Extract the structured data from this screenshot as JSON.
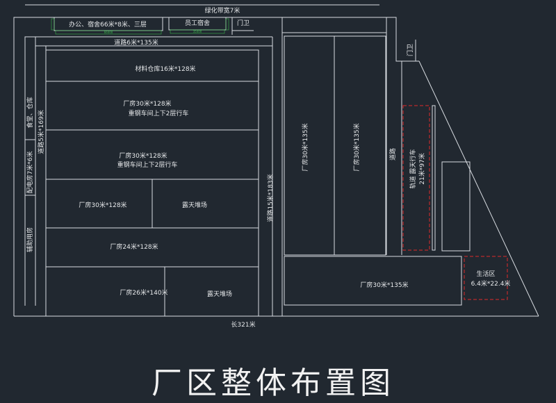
{
  "title": "厂区整体布置图",
  "labels": {
    "green_belt": "绿化带宽7米",
    "office": "办公、宿舍66米*8米、三层",
    "staff_dorm": "员工宿舍",
    "gate_top": "门卫",
    "gate_right": "门卫",
    "road_top": "道路6米*135米",
    "material_store": "材料仓库16米*128米",
    "workshop1_a": "厂房30米*128米",
    "workshop1_b": "重钢车间上下2层行车",
    "workshop2_a": "厂房30米*128米",
    "workshop2_b": "重钢车间上下2层行车",
    "workshop3": "厂房30米*128米",
    "yard1": "露天堆场",
    "workshop4": "厂房24米*128米",
    "workshop5": "厂房26米*140米",
    "yard2": "露天堆场",
    "road_left": "道路5米*169米",
    "canteen": "食堂、仓库",
    "power_room": "配电房7米*6米",
    "aux_room": "辅助用房",
    "road_mid": "道路15米*183米",
    "workshop6": "厂房30米*135米",
    "workshop7": "厂房30米*135米",
    "road_right": "道路",
    "crane_a": "轨道 露天行车",
    "crane_b": "21米*97米",
    "workshop8": "厂房30米*135米",
    "living_a": "生活区",
    "living_b": "6.4米*22.4米",
    "length": "长321米",
    "dim_office": "66000",
    "dim_office_h": "8000",
    "dim_staff": "35000",
    "dim_staff_h": "8000"
  },
  "colors": {
    "background": "#212830",
    "lines": "#d9dde2",
    "highlight": "#e02a2a",
    "dimension": "#39b54a"
  }
}
